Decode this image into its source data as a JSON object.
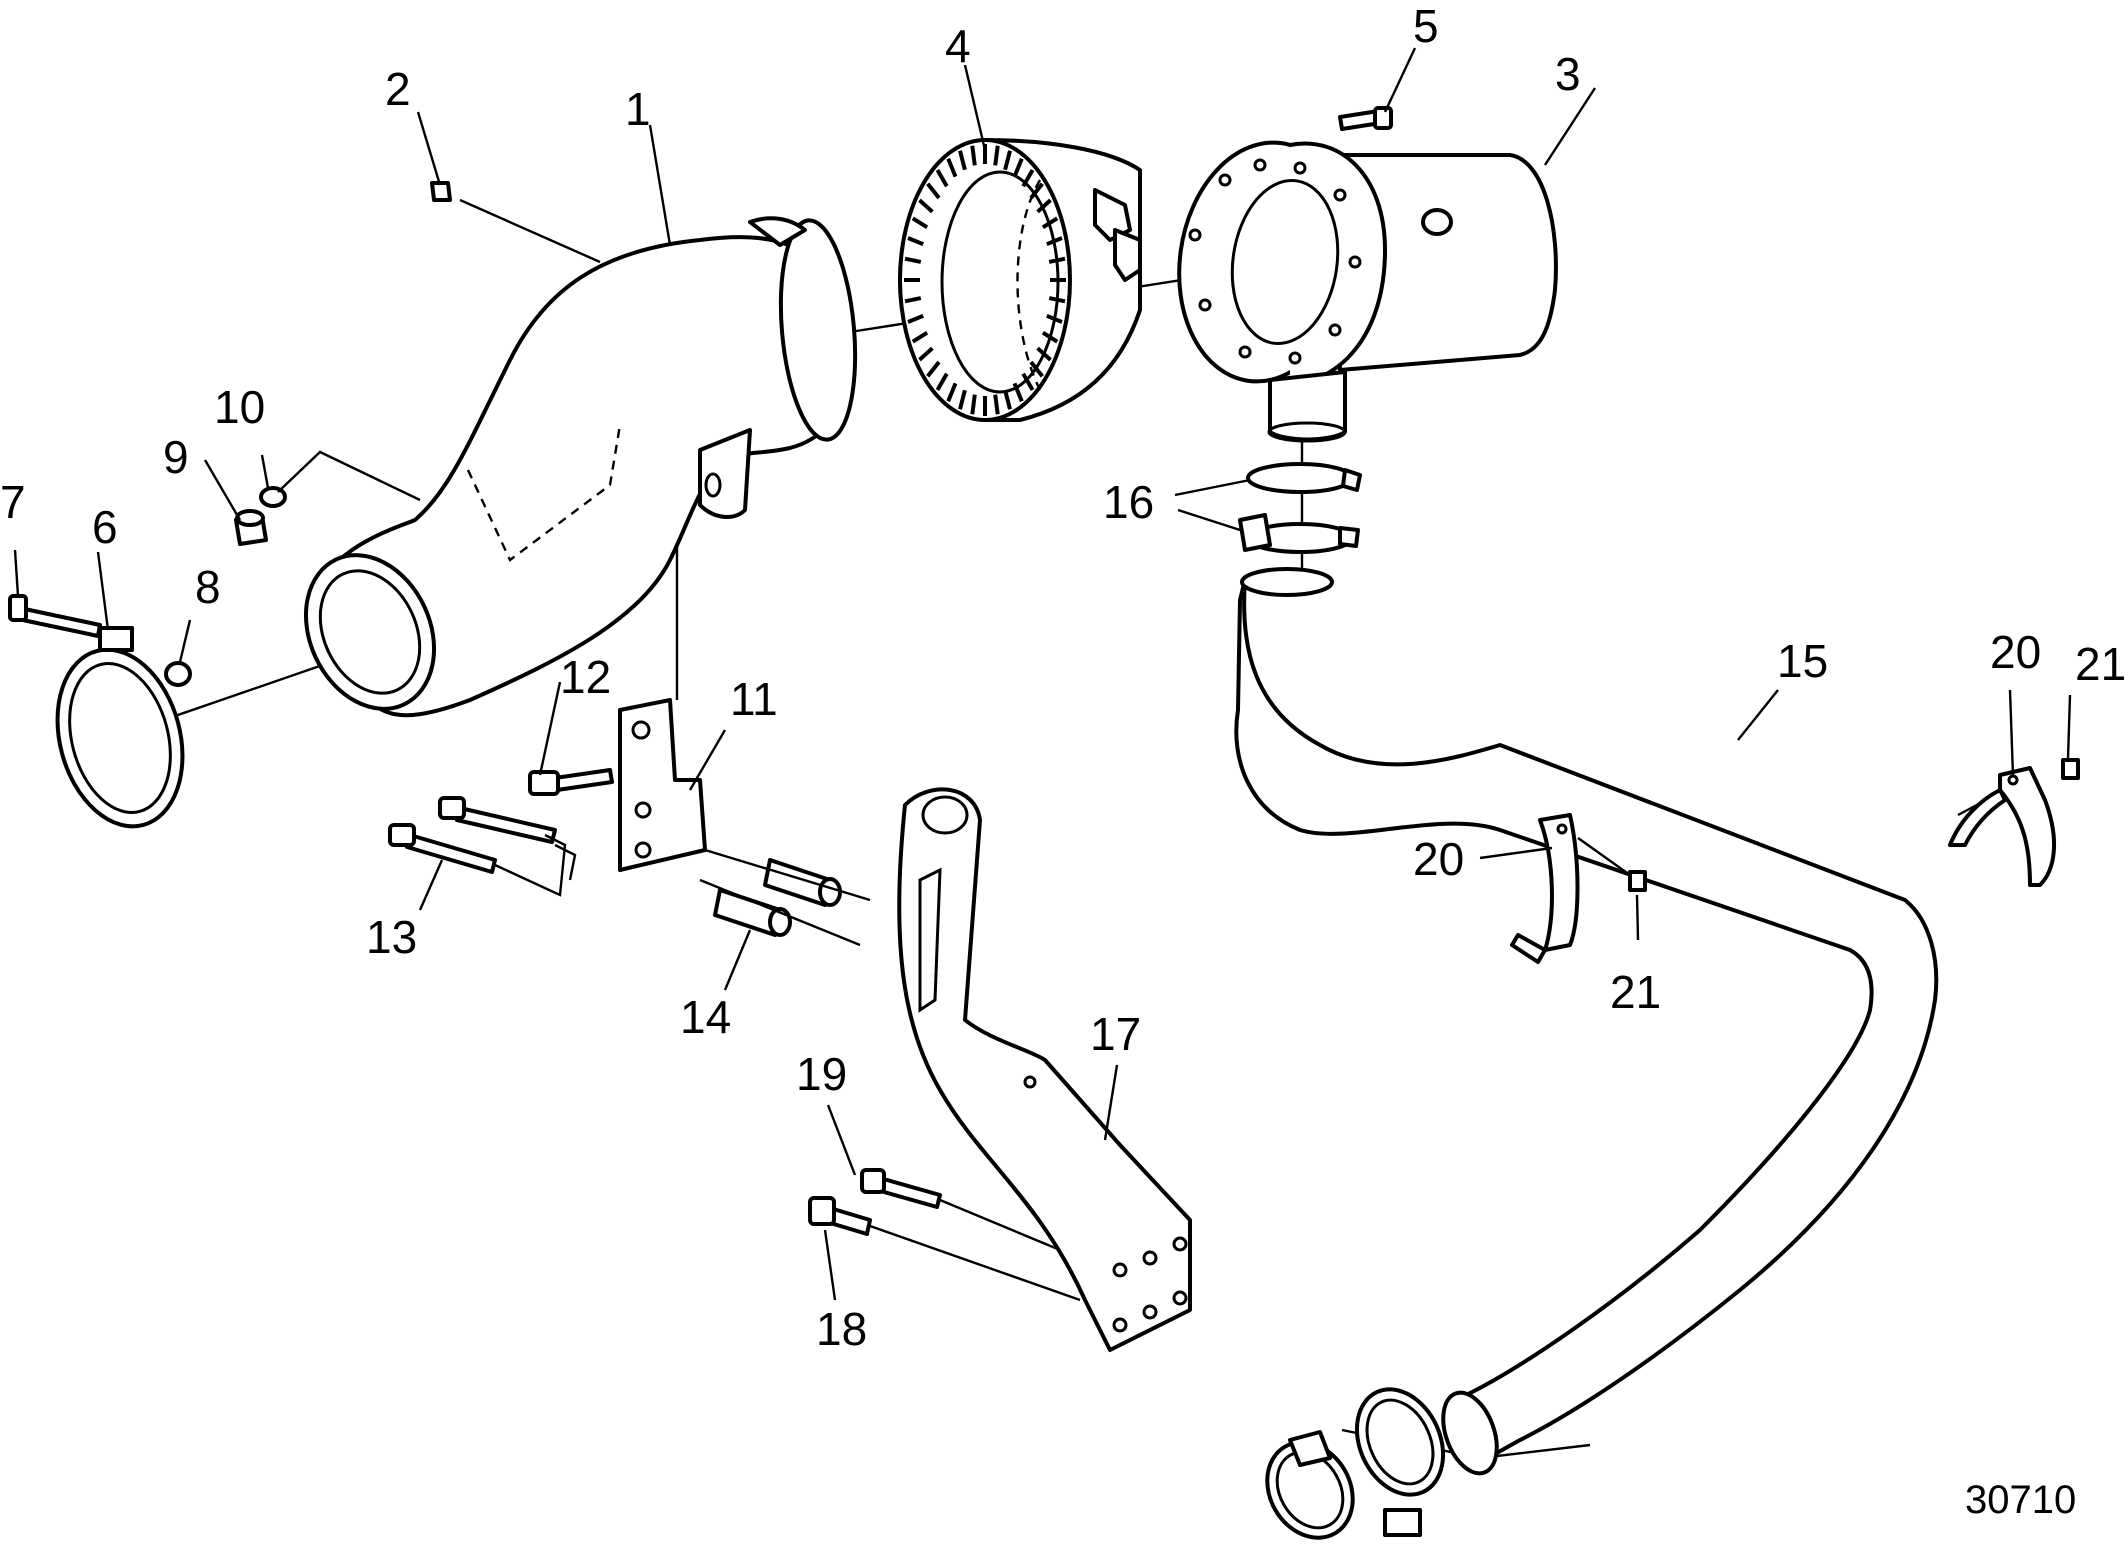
{
  "figure_number": "30710",
  "callouts": [
    {
      "id": "1",
      "label": "1"
    },
    {
      "id": "2",
      "label": "2"
    },
    {
      "id": "3",
      "label": "3"
    },
    {
      "id": "4",
      "label": "4"
    },
    {
      "id": "5",
      "label": "5"
    },
    {
      "id": "6",
      "label": "6"
    },
    {
      "id": "7",
      "label": "7"
    },
    {
      "id": "8",
      "label": "8"
    },
    {
      "id": "9",
      "label": "9"
    },
    {
      "id": "10",
      "label": "10"
    },
    {
      "id": "11",
      "label": "11"
    },
    {
      "id": "12",
      "label": "12"
    },
    {
      "id": "13",
      "label": "13"
    },
    {
      "id": "14",
      "label": "14"
    },
    {
      "id": "15",
      "label": "15"
    },
    {
      "id": "16",
      "label": "16"
    },
    {
      "id": "17",
      "label": "17"
    },
    {
      "id": "18",
      "label": "18"
    },
    {
      "id": "19",
      "label": "19"
    },
    {
      "id": "20a",
      "label": "20"
    },
    {
      "id": "20b",
      "label": "20"
    },
    {
      "id": "21a",
      "label": "21"
    },
    {
      "id": "21b",
      "label": "21"
    }
  ],
  "colors": {
    "line": "#000000",
    "background": "#ffffff"
  }
}
